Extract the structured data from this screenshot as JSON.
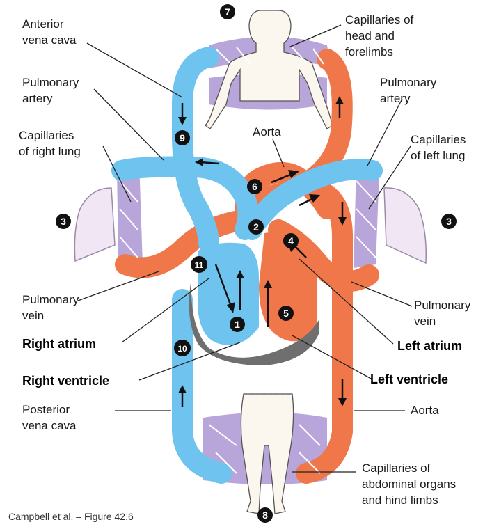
{
  "labels": {
    "anterior_vena_cava": [
      "Anterior",
      "vena cava"
    ],
    "capillaries_head": [
      "Capillaries of",
      "head and",
      "forelimbs"
    ],
    "pulmonary_artery_left": [
      "Pulmonary",
      "artery"
    ],
    "pulmonary_artery_right": [
      "Pulmonary",
      "artery"
    ],
    "capillaries_right_lung": [
      "Capillaries",
      "of right lung"
    ],
    "capillaries_left_lung": [
      "Capillaries",
      "of left lung"
    ],
    "aorta_top": "Aorta",
    "pulmonary_vein_left": [
      "Pulmonary",
      "vein"
    ],
    "pulmonary_vein_right": [
      "Pulmonary",
      "vein"
    ],
    "right_atrium": "Right atrium",
    "left_atrium": "Left atrium",
    "right_ventricle": "Right ventricle",
    "left_ventricle": "Left ventricle",
    "posterior_vena_cava": [
      "Posterior",
      "vena cava"
    ],
    "aorta_bottom": "Aorta",
    "capillaries_abdominal": [
      "Capillaries of",
      "abdominal organs",
      "and hind limbs"
    ],
    "caption": "Campbell et al. – Figure 42.6"
  },
  "steps": [
    "1",
    "2",
    "3",
    "3",
    "4",
    "5",
    "6",
    "7",
    "8",
    "9",
    "10",
    "11"
  ],
  "colors": {
    "oxygen_poor": "#6ec3ef",
    "oxygen_rich": "#f0774a",
    "capillary": "#b8a5d9",
    "heart_shadow": "#6f6f6f",
    "lung": "#f1e6f3"
  }
}
